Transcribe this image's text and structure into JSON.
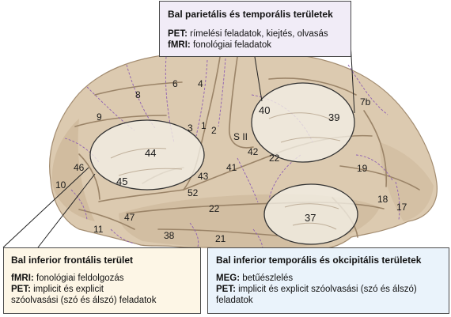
{
  "colors": {
    "brain_fill": "#dccab0",
    "brain_shade": "#b9a488",
    "sulcus_line": "#9b8468",
    "boundary_dashed": "#8e5fb3",
    "region_highlight": "#f4efe6",
    "parietal_box_bg": "#f1ecf7",
    "frontal_box_bg": "#fdf6e6",
    "temporal_box_bg": "#eaf3fb"
  },
  "areas": {
    "a4": "4",
    "a6": "6",
    "a8": "8",
    "a9": "9",
    "a3": "3",
    "a1": "1",
    "a2": "2",
    "sII": "S II",
    "a40": "40",
    "a39": "39",
    "a7b": "7b",
    "a44": "44",
    "a45": "45",
    "a46": "46",
    "a10": "10",
    "a43": "43",
    "a41": "41",
    "a42": "42",
    "a22a": "22",
    "a52": "52",
    "a22b": "22",
    "a19": "19",
    "a18": "18",
    "a17": "17",
    "a47": "47",
    "a11": "11",
    "a38": "38",
    "a21": "21",
    "a37": "37"
  },
  "parietal_box": {
    "title": "Bal parietális és temporális területek",
    "line1_label": "PET:",
    "line1_text": " rímelési feladatok, kiejtés, olvasás",
    "line2_label": "fMRI:",
    "line2_text": " fonológiai feladatok"
  },
  "frontal_box": {
    "title": "Bal inferior frontális terület",
    "line1_label": "fMRI:",
    "line1_text": " fonológiai feldolgozás",
    "line2_label": "PET:",
    "line2_text": " implicit és explicit",
    "line3_text": "szóolvasási (szó és álszó) feladatok"
  },
  "temporal_box": {
    "title": "Bal inferior temporális és okcipitális területek",
    "line1_label": "MEG:",
    "line1_text": " betűészlelés",
    "line2_label": "PET:",
    "line2_text": " implicit és explicit szóolvasási (szó és álszó)",
    "line3_text": "feladatok"
  }
}
